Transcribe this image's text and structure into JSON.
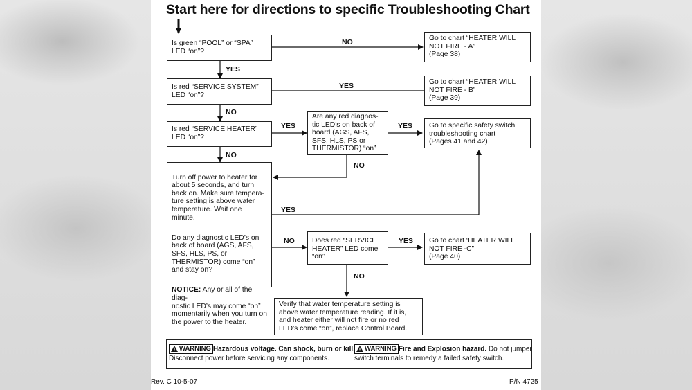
{
  "title": "Start here for directions to specific Troubleshooting Chart",
  "boxes": {
    "q_pool_spa": "Is green “POOL” or “SPA”\nLED “on”?",
    "q_service_system": "Is red “SERVICE SYSTEM”\nLED “on”?",
    "q_service_heater": "Is red “SERVICE HEATER”\nLED “on”?",
    "q_diag_leds": "Are any red diagnos-\ntic LED’s on back of\nboard (AGS, AFS,\nSFS, HLS, PS or\nTHERMISTOR) “on”",
    "chart_a": "Go to chart “HEATER WILL\nNOT FIRE - A”\n(Page 38)",
    "chart_b": "Go to chart “HEATER WILL\nNOT FIRE - B”\n(Page 39)",
    "chart_safety": "Go to specific safety switch\ntroubleshooting chart\n(Pages 41 and 42)",
    "power_cycle_1": "Turn off power to heater for\nabout 5 seconds, and turn\nback on. Make sure tempera-\nture setting is above water\ntemperature. Wait one minute.",
    "power_cycle_2": "Do any diagnostic LED’s on\nback of board (AGS, AFS,\nSFS, HLS, PS, or\nTHERMISTOR) come “on”\nand stay on?",
    "notice_label": "NOTICE:",
    "notice_text": " Any or all of the diag-\nnostic LED’s may come “on”\nmomentarily when you turn on\nthe power to the heater.",
    "q_service_heater_2": "Does red “SERVICE\nHEATER” LED come\n“on”",
    "chart_c": "Go to chart ‘HEATER WILL\nNOT FIRE -C”\n(Page 40)",
    "verify": "Verify that water temperature setting is\nabove water temperature reading. If it is,\nand heater either will not fire or no red\nLED’s come “on”, replace Control Board."
  },
  "labels": {
    "no_1": "NO",
    "yes_1": "YES",
    "yes_2": "YES",
    "no_2": "NO",
    "yes_3": "YES",
    "yes_4": "YES",
    "no_3": "NO",
    "no_4": "NO",
    "yes_5": "YES",
    "no_5": "NO",
    "yes_6": "YES",
    "no_6": "NO"
  },
  "warnings": {
    "badge": "WARNING",
    "w1_bold": "Hazardous voltage. Can shock, burn or kill.",
    "w1_text": "Disconnect power before servicing any components.",
    "w2_bold": "Fire and Explosion hazard.",
    "w2_text_a": " Do not jumper",
    "w2_text_b": "switch terminals to remedy a failed safety switch."
  },
  "footer": {
    "rev": "Rev. C  10-5-07",
    "pn": "P/N  4725"
  }
}
